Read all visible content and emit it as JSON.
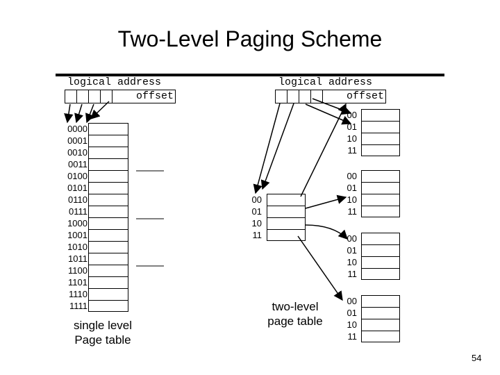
{
  "title": "Two-Level Paging Scheme",
  "logical_address": {
    "label": "logical address",
    "offset": "offset"
  },
  "single_level": {
    "entries": [
      "0000",
      "0001",
      "0010",
      "0011",
      "0100",
      "0101",
      "0110",
      "0111",
      "1000",
      "1001",
      "1010",
      "1011",
      "1100",
      "1101",
      "1110",
      "1111"
    ],
    "caption_line1": "single level",
    "caption_line2": "Page table"
  },
  "two_level": {
    "outer_entries": [
      "00",
      "01",
      "10",
      "11"
    ],
    "inner_tables": [
      [
        "00",
        "01",
        "10",
        "11"
      ],
      [
        "00",
        "01",
        "10",
        "11"
      ],
      [
        "00",
        "01",
        "10",
        "11"
      ],
      [
        "00",
        "01",
        "10",
        "11"
      ]
    ],
    "caption_line1": "two-level",
    "caption_line2": "page table"
  },
  "page_number": "54"
}
